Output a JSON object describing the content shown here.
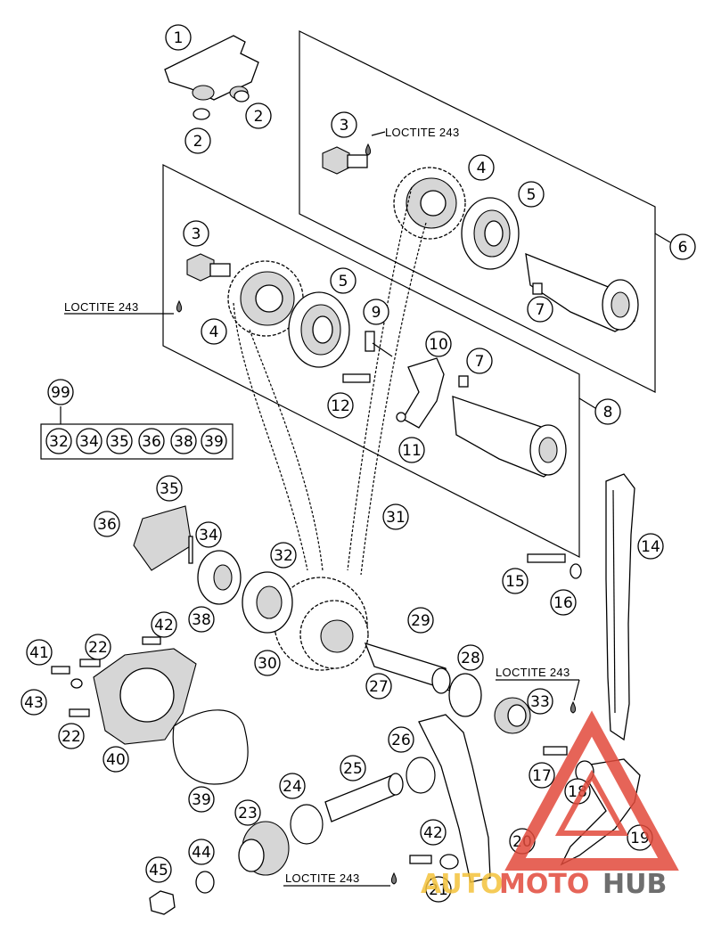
{
  "callouts": {
    "c1": "1",
    "c2a": "2",
    "c2b": "2",
    "c3a": "3",
    "c3b": "3",
    "c4a": "4",
    "c4b": "4",
    "c5a": "5",
    "c5b": "5",
    "c6": "6",
    "c7a": "7",
    "c7b": "7",
    "c8": "8",
    "c9": "9",
    "c10": "10",
    "c11": "11",
    "c12": "12",
    "c14": "14",
    "c15": "15",
    "c16": "16",
    "c17": "17",
    "c18": "18",
    "c19": "19",
    "c20": "20",
    "c21": "21",
    "c22a": "22",
    "c22b": "22",
    "c23": "23",
    "c24": "24",
    "c25": "25",
    "c26": "26",
    "c27": "27",
    "c28": "28",
    "c29": "29",
    "c30": "30",
    "c31": "31",
    "c32": "32",
    "c33": "33",
    "c34": "34",
    "c35": "35",
    "c36": "36",
    "c38": "38",
    "c39": "39",
    "c40": "40",
    "c41": "41",
    "c42a": "42",
    "c42b": "42",
    "c43": "43",
    "c44": "44",
    "c45": "45"
  },
  "kit": {
    "title": "99",
    "items": [
      "32",
      "34",
      "35",
      "36",
      "38",
      "39"
    ]
  },
  "loctite": {
    "l1": "LOCTITE 243",
    "l2": "LOCTITE 243",
    "l3": "LOCTITE 243",
    "l4": "LOCTITE 243"
  },
  "watermark": {
    "part1": "AUTO",
    "part2": "MOTO",
    "part3": "HUB",
    "colors": {
      "auto": "#f4c23c",
      "moto": "#e24a3b",
      "hub": "#555555",
      "logo": "#e24a3b"
    }
  }
}
